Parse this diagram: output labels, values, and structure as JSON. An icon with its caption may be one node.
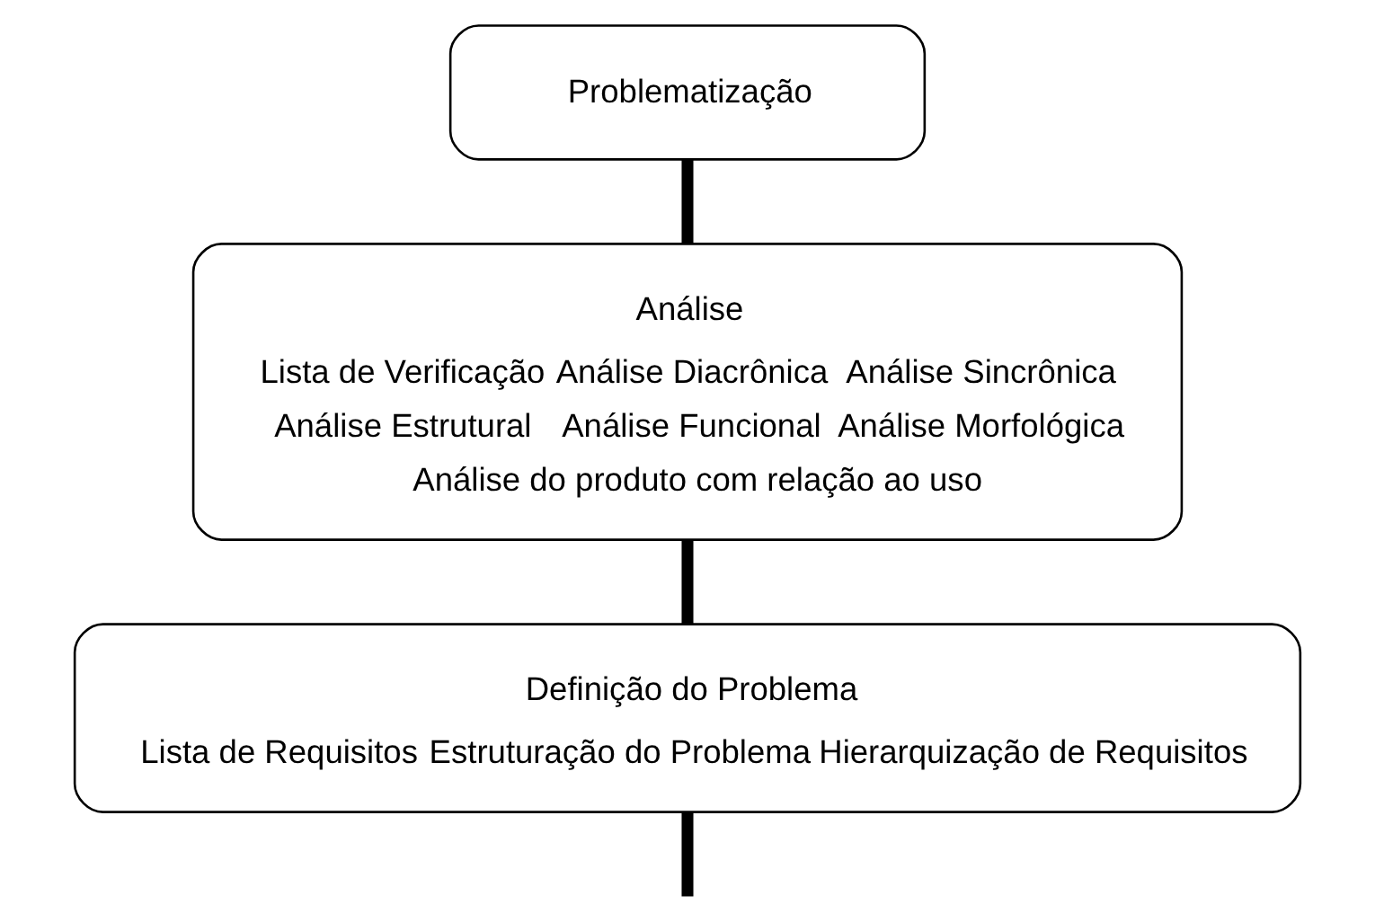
{
  "diagram": {
    "nodes": [
      {
        "text": [
          "Problematização"
        ]
      },
      {
        "text": [
          "Análise",
          "Lista de Verificação",
          "Análise Diacrônica",
          "Análise Sincrônica",
          "Análise Estrutural",
          "Análise Funcional",
          "Análise Morfológica",
          "Análise do produto com relação ao uso"
        ]
      },
      {
        "text": [
          "Definição do Problema",
          "Lista de Requisitos",
          "Estruturação do Problema",
          "Hierarquização de Requisitos"
        ]
      }
    ],
    "edges": [
      {
        "from": 0,
        "to": 1,
        "arrow": "none"
      },
      {
        "from": 1,
        "to": 2,
        "arrow": "none"
      },
      {
        "from": 2,
        "to": null,
        "arrow": "none"
      }
    ]
  }
}
